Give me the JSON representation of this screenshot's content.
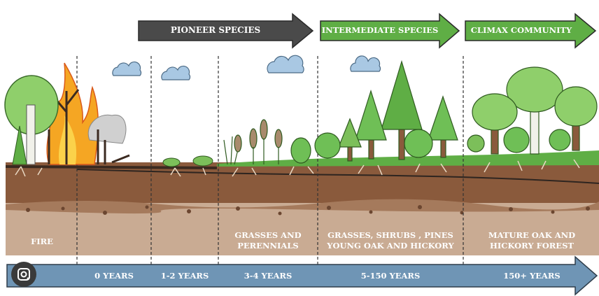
{
  "phases": [
    {
      "label": "PIONEER SPECIES",
      "color": "#4a4a4a"
    },
    {
      "label": "INTERMEDIATE SPECIES",
      "color": "#5fae45"
    },
    {
      "label": "CLIMAX COMMUNITY",
      "color": "#5fae45"
    }
  ],
  "stages": [
    {
      "line1": "FIRE",
      "line2": ""
    },
    {
      "line1": "GRASSES AND",
      "line2": "PERENNIALS"
    },
    {
      "line1": "GRASSES, SHRUBS , PINES",
      "line2": "YOUNG OAK AND HICKORY"
    },
    {
      "line1": "MATURE OAK AND",
      "line2": "HICKORY FOREST"
    }
  ],
  "timeline": [
    "0 YEARS",
    "1-2 YEARS",
    "3-4 YEARS",
    "5-150 YEARS",
    "150+ YEARS"
  ],
  "colors": {
    "timeline_fill": "#6f95b5",
    "soil_top": "#8a5a3c",
    "soil_bottom": "#c8ab94",
    "grass": "#5fae45",
    "cloud": "#a9c8e3"
  }
}
